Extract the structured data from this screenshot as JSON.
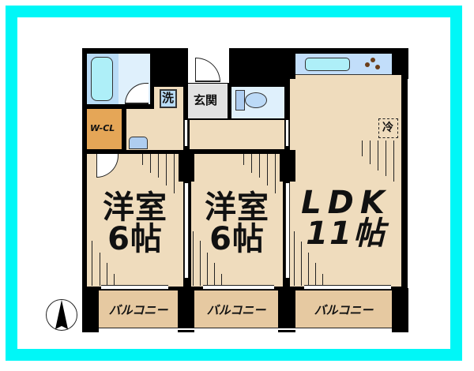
{
  "floorplan": {
    "rooms": [
      {
        "id": "western-room-1",
        "name": "洋室",
        "size": "6帖"
      },
      {
        "id": "western-room-2",
        "name": "洋室",
        "size": "6帖"
      },
      {
        "id": "ldk",
        "name": "LDK",
        "size": "11帖"
      }
    ],
    "labels": {
      "washer": "洗",
      "entrance": "玄関",
      "walk_in_closet": "W-CL",
      "refrigerator": "冷"
    },
    "balconies": [
      "バルコニー",
      "バルコニー",
      "バルコニー"
    ],
    "compass": {
      "direction": "north",
      "icon": "north-arrow-icon"
    }
  },
  "colors": {
    "border": "#00f7f7",
    "floor": "#efdcbd",
    "bath": "#dff0fc",
    "closet": "#e5a657",
    "balcony": "#e6c9a1",
    "entrance": "#e2e2e2",
    "wall": "#000000"
  }
}
